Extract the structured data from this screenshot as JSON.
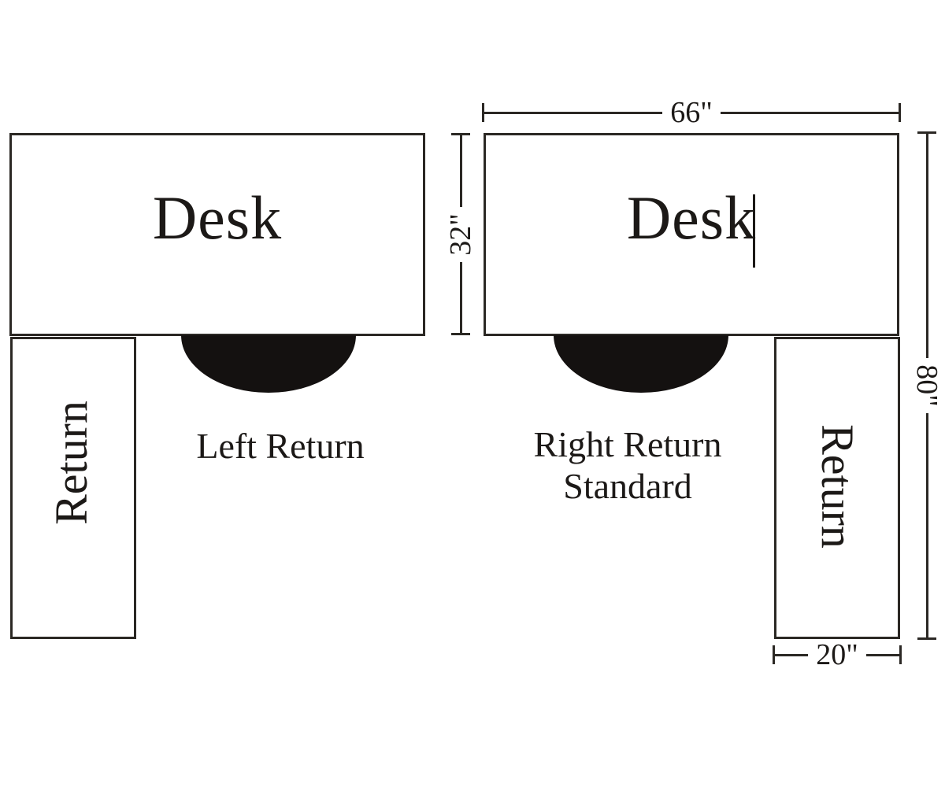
{
  "units": {
    "left": {
      "desk_label": "Desk",
      "return_label": "Return",
      "caption": "Left Return"
    },
    "right": {
      "desk_label": "Desk",
      "return_label": "Return",
      "caption_line1": "Right Return",
      "caption_line2": "Standard"
    }
  },
  "dimensions": {
    "desk_width": "66\"",
    "desk_depth": "32\"",
    "overall_depth": "80\"",
    "return_width": "20\""
  },
  "colors": {
    "line": "#2b2824",
    "text": "#1c1917",
    "seat_fill": "#141110",
    "background": "#ffffff"
  }
}
